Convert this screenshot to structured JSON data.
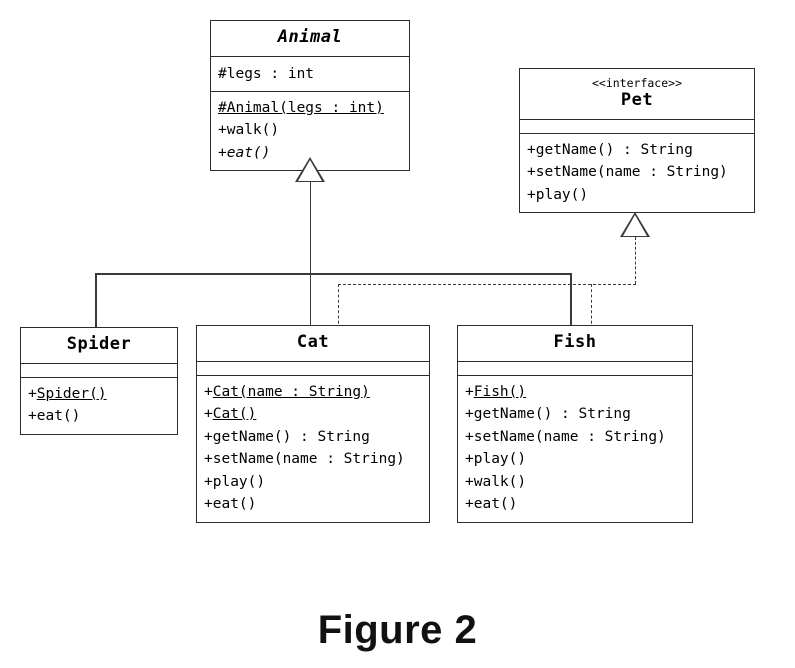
{
  "figure": {
    "caption": "Figure 2",
    "diagram_type": "UML class diagram"
  },
  "classes": {
    "animal": {
      "name": "Animal",
      "abstract": true,
      "attributes": [
        {
          "text": "#legs : int"
        }
      ],
      "methods": [
        {
          "text": "#Animal(legs : int)",
          "underline": true,
          "italic": false
        },
        {
          "text": "+walk()",
          "underline": false,
          "italic": false
        },
        {
          "prefix": "+",
          "text": "eat()",
          "underline": false,
          "italic": true
        }
      ]
    },
    "pet": {
      "stereotype": "<<interface>>",
      "name": "Pet",
      "abstract": false,
      "attributes": [],
      "methods": [
        {
          "text": "+getName() : String",
          "underline": false,
          "italic": false
        },
        {
          "text": "+setName(name : String)",
          "underline": false,
          "italic": false
        },
        {
          "text": "+play()",
          "underline": false,
          "italic": false
        }
      ]
    },
    "spider": {
      "name": "Spider",
      "abstract": false,
      "attributes": [],
      "methods": [
        {
          "prefix": "+",
          "text": "Spider()",
          "underline": true,
          "italic": false
        },
        {
          "text": "+eat()",
          "underline": false,
          "italic": false
        }
      ]
    },
    "cat": {
      "name": "Cat",
      "abstract": false,
      "attributes": [],
      "methods": [
        {
          "prefix": "+",
          "text": "Cat(name : String)",
          "underline": true,
          "italic": false
        },
        {
          "prefix": "+",
          "text": "Cat()",
          "underline": true,
          "italic": false
        },
        {
          "text": "+getName() : String",
          "underline": false,
          "italic": false
        },
        {
          "text": "+setName(name : String)",
          "underline": false,
          "italic": false
        },
        {
          "text": "+play()",
          "underline": false,
          "italic": false
        },
        {
          "text": "+eat()",
          "underline": false,
          "italic": false
        }
      ]
    },
    "fish": {
      "name": "Fish",
      "abstract": false,
      "attributes": [],
      "methods": [
        {
          "prefix": "+",
          "text": "Fish()",
          "underline": true,
          "italic": false
        },
        {
          "text": "+getName() : String",
          "underline": false,
          "italic": false
        },
        {
          "text": "+setName(name : String)",
          "underline": false,
          "italic": false
        },
        {
          "text": "+play()",
          "underline": false,
          "italic": false
        },
        {
          "text": "+walk()",
          "underline": false,
          "italic": false
        },
        {
          "text": "+eat()",
          "underline": false,
          "italic": false
        }
      ]
    }
  },
  "relationships": [
    {
      "kind": "generalization",
      "from": "Spider",
      "to": "Animal",
      "style": "solid"
    },
    {
      "kind": "generalization",
      "from": "Cat",
      "to": "Animal",
      "style": "solid"
    },
    {
      "kind": "generalization",
      "from": "Fish",
      "to": "Animal",
      "style": "solid"
    },
    {
      "kind": "realization",
      "from": "Cat",
      "to": "Pet",
      "style": "dashed"
    },
    {
      "kind": "realization",
      "from": "Fish",
      "to": "Pet",
      "style": "dashed"
    }
  ],
  "colors": {
    "line": "#3a3a3a",
    "border": "#2b2b2b",
    "background": "#ffffff",
    "text": "#000000"
  }
}
